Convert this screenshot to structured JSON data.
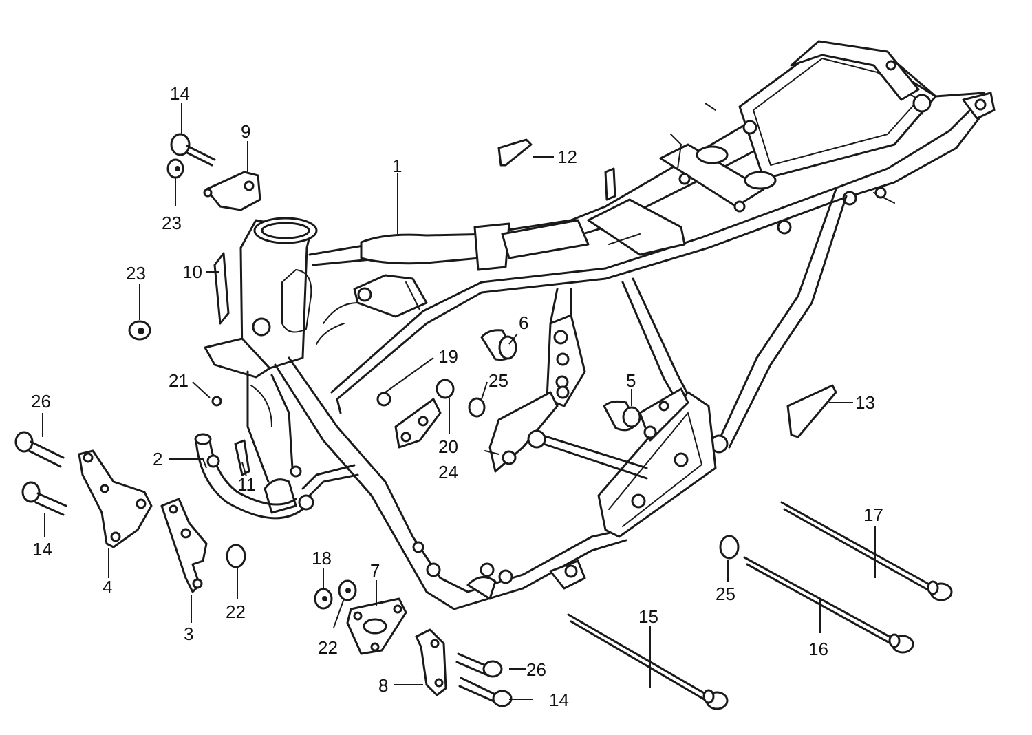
{
  "callouts": [
    {
      "id": "1",
      "text": "1"
    },
    {
      "id": "2",
      "text": "2"
    },
    {
      "id": "3",
      "text": "3"
    },
    {
      "id": "4",
      "text": "4"
    },
    {
      "id": "5",
      "text": "5"
    },
    {
      "id": "6",
      "text": "6"
    },
    {
      "id": "7",
      "text": "7"
    },
    {
      "id": "8",
      "text": "8"
    },
    {
      "id": "9",
      "text": "9"
    },
    {
      "id": "10",
      "text": "10"
    },
    {
      "id": "11",
      "text": "11"
    },
    {
      "id": "12",
      "text": "12"
    },
    {
      "id": "13",
      "text": "13"
    },
    {
      "id": "14a",
      "text": "14"
    },
    {
      "id": "14b",
      "text": "14"
    },
    {
      "id": "14c",
      "text": "14"
    },
    {
      "id": "15",
      "text": "15"
    },
    {
      "id": "16",
      "text": "16"
    },
    {
      "id": "17",
      "text": "17"
    },
    {
      "id": "18",
      "text": "18"
    },
    {
      "id": "19",
      "text": "19"
    },
    {
      "id": "20",
      "text": "20"
    },
    {
      "id": "21",
      "text": "21"
    },
    {
      "id": "22a",
      "text": "22"
    },
    {
      "id": "22b",
      "text": "22"
    },
    {
      "id": "23a",
      "text": "23"
    },
    {
      "id": "23b",
      "text": "23"
    },
    {
      "id": "24",
      "text": "24"
    },
    {
      "id": "25a",
      "text": "25"
    },
    {
      "id": "25b",
      "text": "25"
    },
    {
      "id": "26a",
      "text": "26"
    },
    {
      "id": "26b",
      "text": "26"
    }
  ]
}
